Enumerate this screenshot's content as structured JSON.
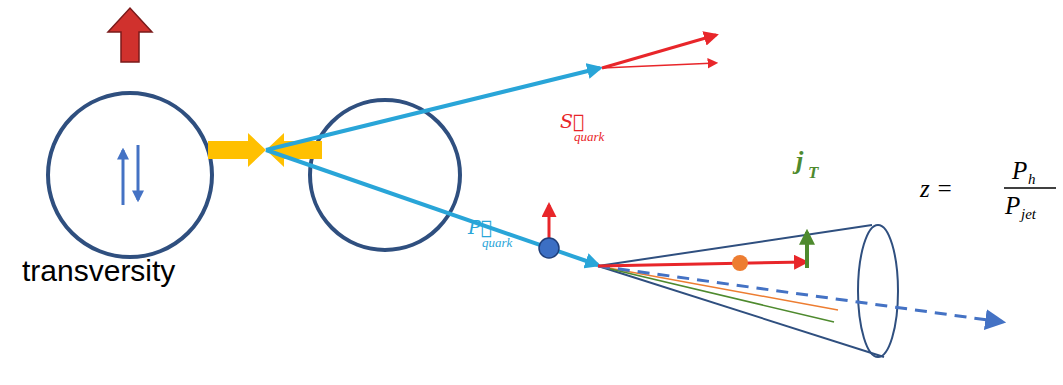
{
  "diagram": {
    "labels": [
      "transversity",
      "S⃗",
      "quark",
      "P⃗",
      "quark",
      "j",
      "T",
      "z =",
      "P",
      "h",
      "P",
      "jet"
    ]
  }
}
